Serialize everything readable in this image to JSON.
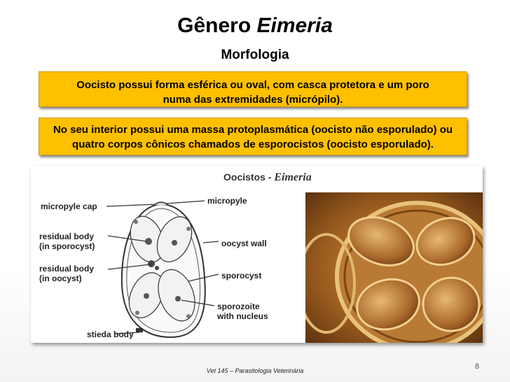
{
  "title": {
    "prefix": "Gênero",
    "genus": "Eimeria"
  },
  "subtitle": "Morfologia",
  "box1": {
    "line1": "Oocisto possui forma esférica ou oval, com casca protetora e um poro",
    "line2": "numa das extremidades (micrópilo)."
  },
  "box2": {
    "line1": "No seu interior possui uma massa protoplasmática (oocisto não esporulado) ou",
    "line2": "quatro corpos cônicos chamados de esporocistos (oocisto esporulado)."
  },
  "figure": {
    "title_prefix": "Oocistos -",
    "title_genus": "Eimeria",
    "labels": {
      "micropyle_cap": "micropyle cap",
      "micropyle": "micropyle",
      "residual_body_sporocyst_1": "residual body",
      "residual_body_sporocyst_2": "(in sporocyst)",
      "oocyst_wall": "oocyst wall",
      "residual_body_oocyst_1": "residual body",
      "residual_body_oocyst_2": "(in oocyst)",
      "sporocyst": "sporocyst",
      "sporozoite_1": "sporozoite",
      "sporozoite_2": "with nucleus",
      "stieda_body": "stieda body"
    }
  },
  "footer": "Vet 145 – Parasitologia Veterinária",
  "page_number": "8"
}
